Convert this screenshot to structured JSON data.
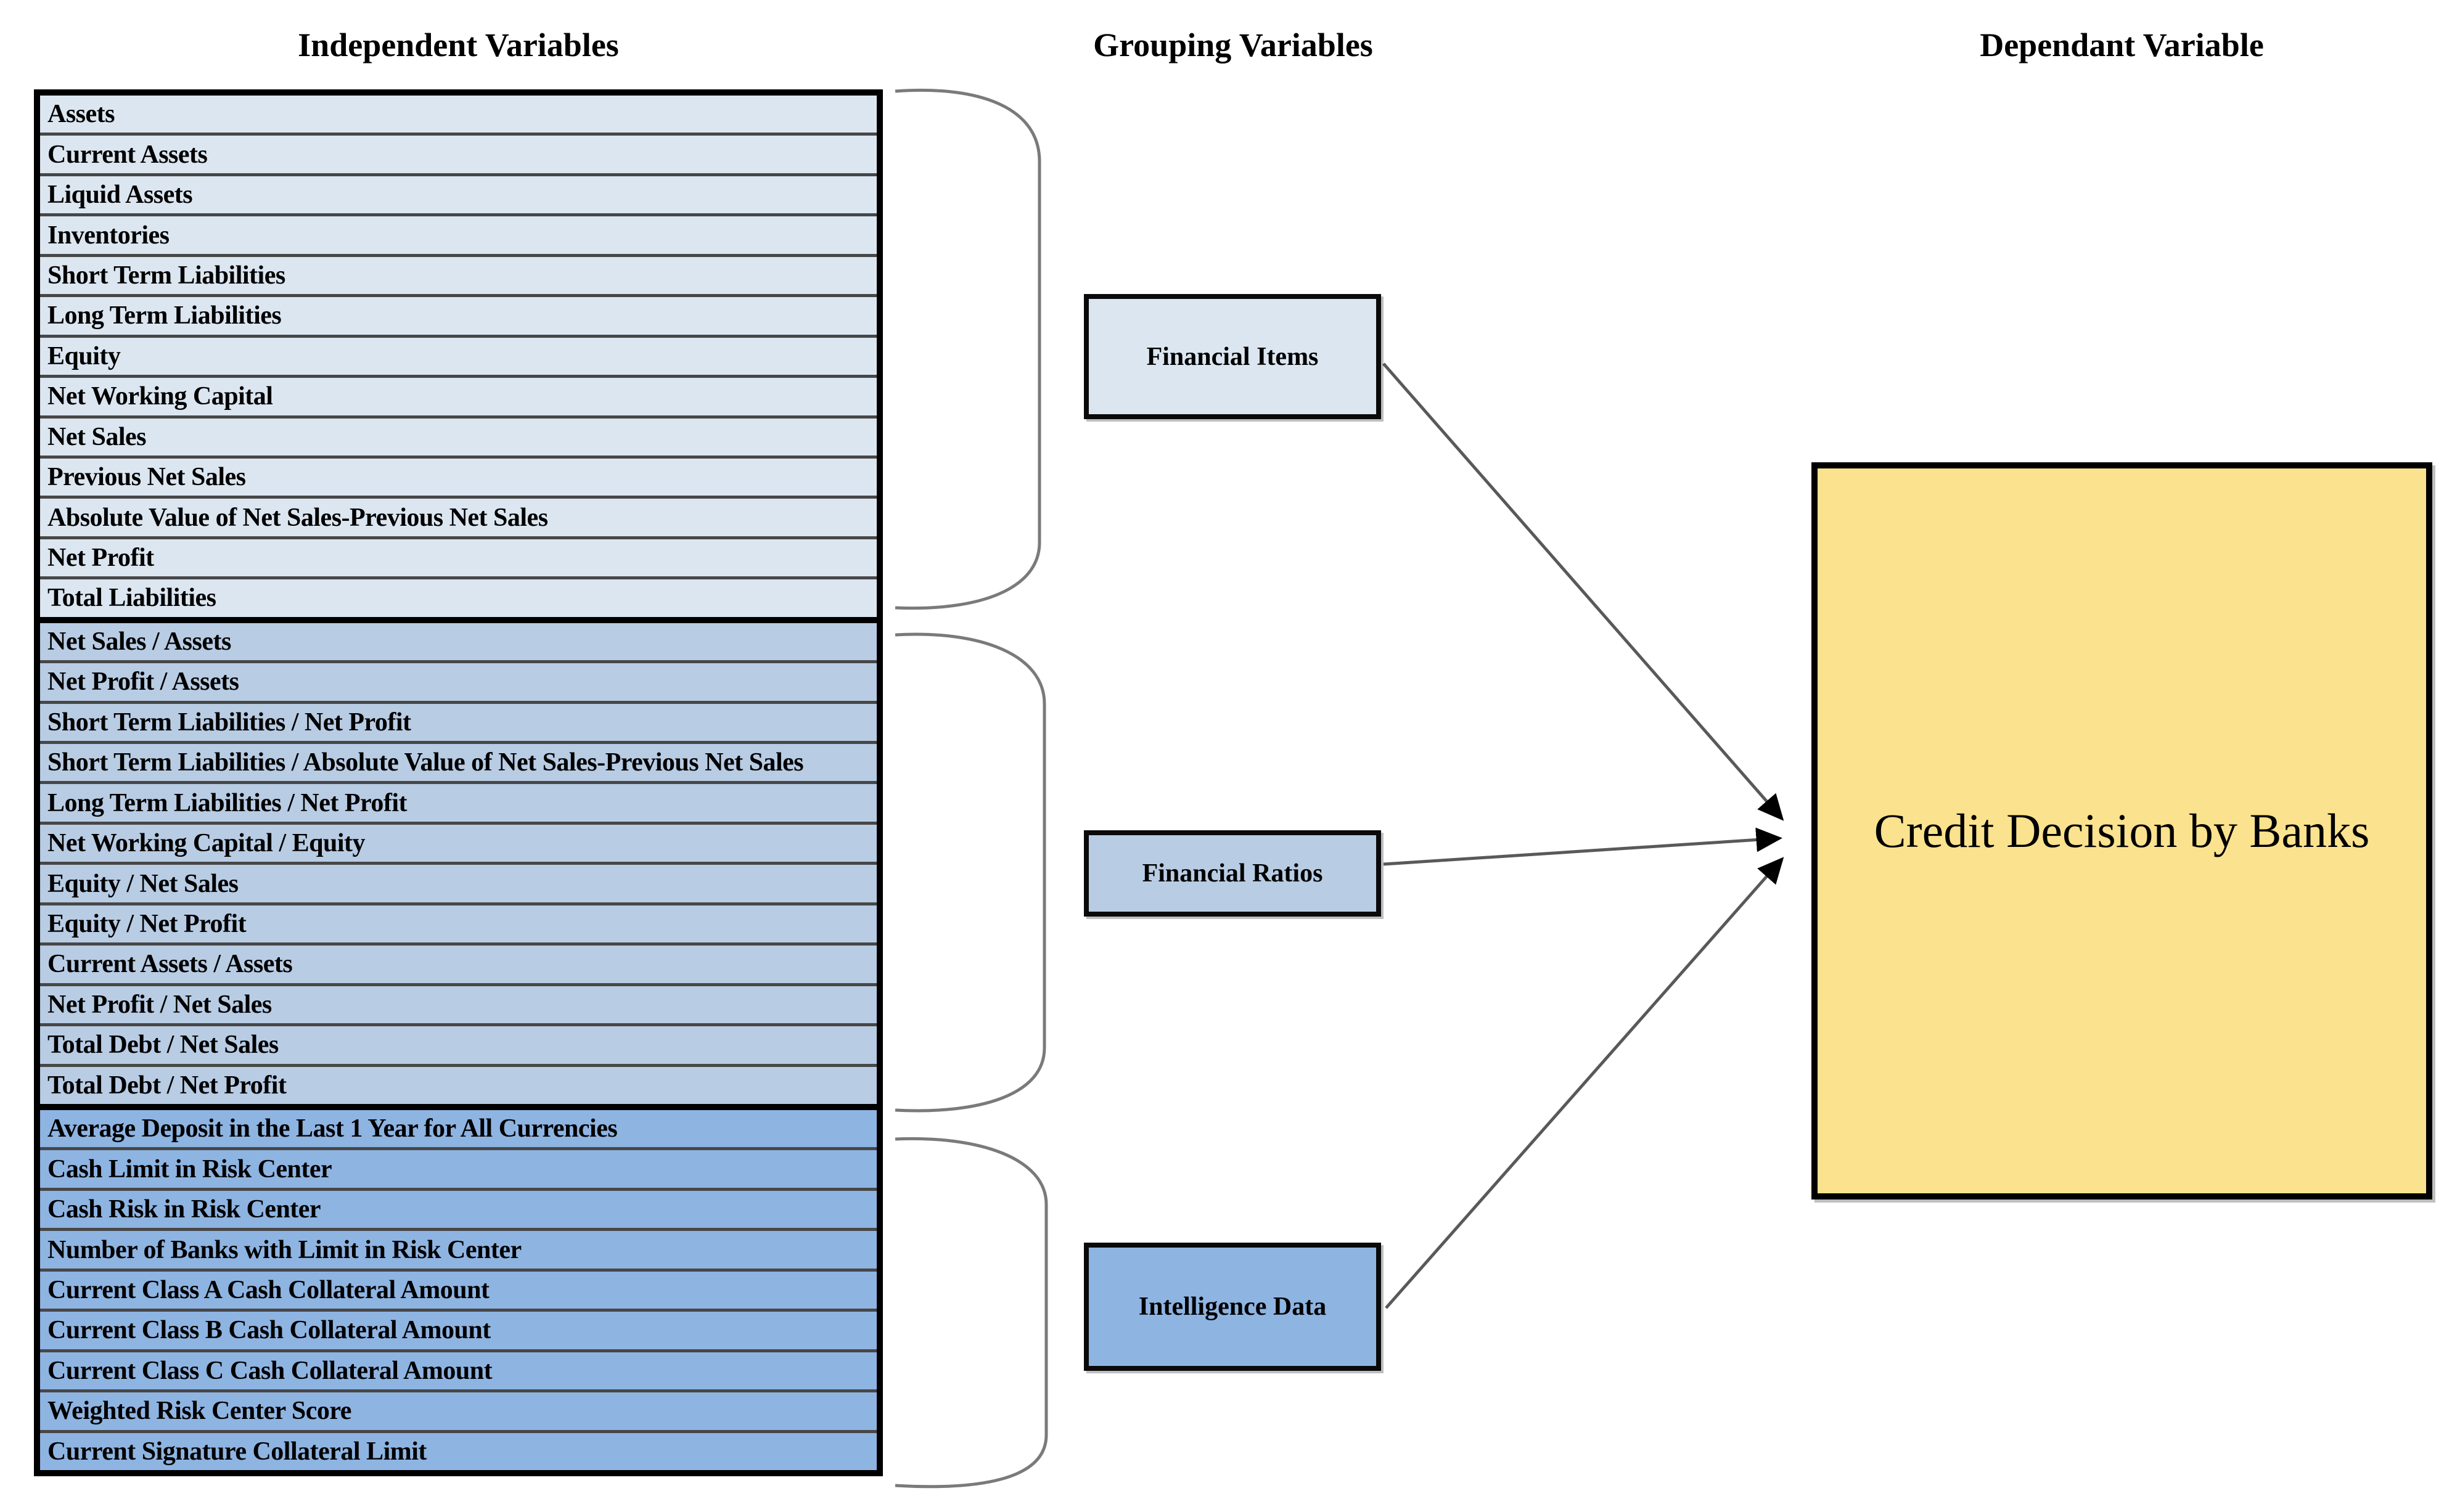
{
  "headers": {
    "independent": "Independent Variables",
    "grouping": "Grouping Variables",
    "dependent": "Dependant Variable"
  },
  "table": {
    "groups": [
      {
        "id": "financial-items",
        "color": "#dce6f1",
        "rows": [
          "Assets",
          "Current Assets",
          "Liquid Assets",
          "Inventories",
          "Short Term Liabilities",
          "Long Term Liabilities",
          "Equity",
          "Net Working Capital",
          "Net Sales",
          "Previous Net Sales",
          "Absolute Value of Net Sales-Previous Net Sales",
          "Net Profit",
          "Total Liabilities"
        ]
      },
      {
        "id": "financial-ratios",
        "color": "#b8cce4",
        "rows": [
          "Net Sales / Assets",
          "Net Profit / Assets",
          "Short Term Liabilities / Net Profit",
          "Short Term Liabilities / Absolute Value of Net Sales-Previous Net Sales",
          "Long Term Liabilities / Net Profit",
          "Net Working Capital / Equity",
          "Equity / Net Sales",
          "Equity / Net Profit",
          "Current Assets / Assets",
          "Net Profit / Net Sales",
          "Total Debt / Net Sales",
          "Total Debt / Net Profit"
        ]
      },
      {
        "id": "intelligence-data",
        "color": "#8eb4e2",
        "rows": [
          "Average Deposit in the Last 1 Year for All Currencies",
          "Cash Limit in Risk Center",
          "Cash Risk in Risk Center",
          "Number of Banks with Limit in Risk Center",
          "Current Class A Cash Collateral Amount",
          "Current Class B Cash Collateral Amount",
          "Current Class C Cash Collateral Amount",
          "Weighted Risk Center Score",
          "Current Signature Collateral Limit"
        ]
      }
    ]
  },
  "grouping_boxes": [
    {
      "id": "financial-items",
      "label": "Financial Items",
      "color": "#dce6f1"
    },
    {
      "id": "financial-ratios",
      "label": "Financial Ratios",
      "color": "#b8cce4"
    },
    {
      "id": "intelligence-data",
      "label": "Intelligence Data",
      "color": "#8eb4e2"
    }
  ],
  "dependent_box": {
    "label": "Credit Decision by Banks",
    "color": "#fbe28e"
  },
  "connector_colors": {
    "bracket": "#7a7a7a",
    "arrow_line": "#595959",
    "arrow_head": "#000000"
  }
}
